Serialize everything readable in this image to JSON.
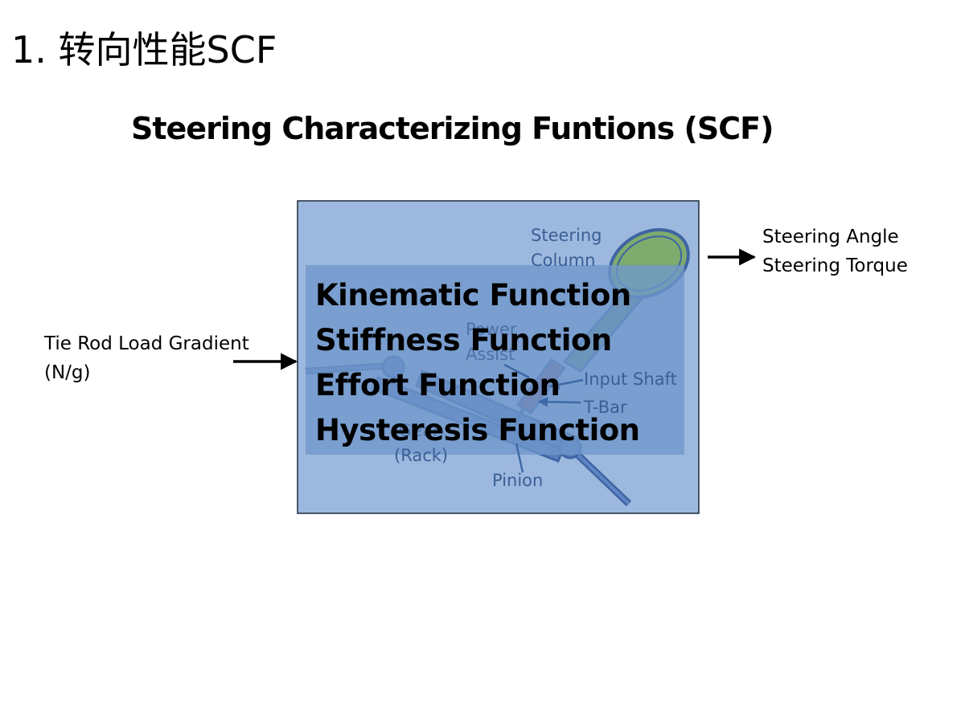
{
  "slide": {
    "title": "1. 转向性能SCF",
    "subtitle": "Steering Characterizing Funtions (SCF)"
  },
  "input": {
    "label_line1": "Tie Rod Load Gradient",
    "label_line2": "(N/g)"
  },
  "output": {
    "label_line1": "Steering Angle",
    "label_line2": "Steering Torque"
  },
  "parts": {
    "steering_column_line1": "Steering",
    "steering_column_line2": "Column",
    "power_assist_line1": "Power",
    "power_assist_line2": "Assist",
    "input_shaft": "Input Shaft",
    "t_bar": "T-Bar",
    "rack_line1": "Gear",
    "rack_line2": "(Rack)",
    "pinion": "Pinion"
  },
  "functions": [
    "Kinematic Function",
    "Stiffness Function",
    "Effort Function",
    "Hysteresis Function"
  ],
  "colors": {
    "outer_box": "#9db8de",
    "inner_box": "#6f97cb",
    "steering_wheel": "#7eab6e",
    "shaft": "#5f8f8a",
    "rack": "#4d74b3",
    "arrow": "#000000"
  }
}
